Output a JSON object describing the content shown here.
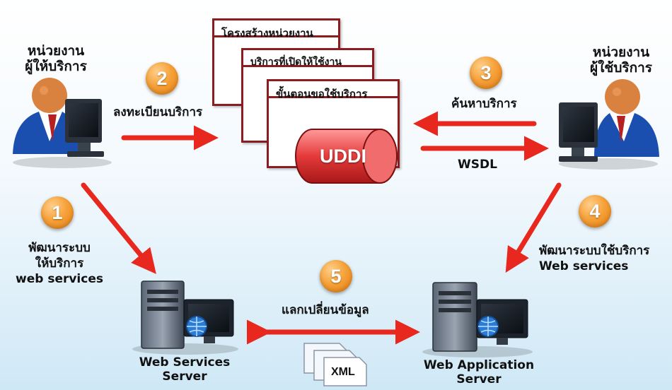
{
  "provider": {
    "line1": "หน่วยงาน",
    "line2": "ผู้ให้บริการ"
  },
  "consumer": {
    "line1": "หน่วยงาน",
    "line2": "ผู้ใช้บริการ"
  },
  "registry": {
    "card1": "โครงสร้างหน่วยงาน",
    "card2": "บริการที่เปิดให้ใช้งาน",
    "card3": "ขั้นตอนขอใช้บริการ",
    "uddi": "UDDI"
  },
  "steps": [
    {
      "num": "1",
      "lines": [
        "พัฒนาระบบ",
        "ให้บริการ",
        "web services"
      ]
    },
    {
      "num": "2",
      "label": "ลงทะเบียนบริการ"
    },
    {
      "num": "3",
      "label": "ค้นหาบริการ"
    },
    {
      "num": "4",
      "lines": [
        "พัฒนาระบบใช้บริการ",
        "Web services"
      ]
    },
    {
      "num": "5",
      "label": "แลกเปลี่ยนข้อมูล"
    }
  ],
  "wsdl_label": "WSDL",
  "servers": {
    "left": {
      "line1": "Web Services",
      "line2": "Server"
    },
    "right": {
      "line1": "Web Application",
      "line2": "Server"
    }
  },
  "xml_label": "XML",
  "colors": {
    "arrow": "#e8281e",
    "card_border": "#8b1c20",
    "badge": "#f39a2c",
    "uddi": "#e23a3a"
  }
}
